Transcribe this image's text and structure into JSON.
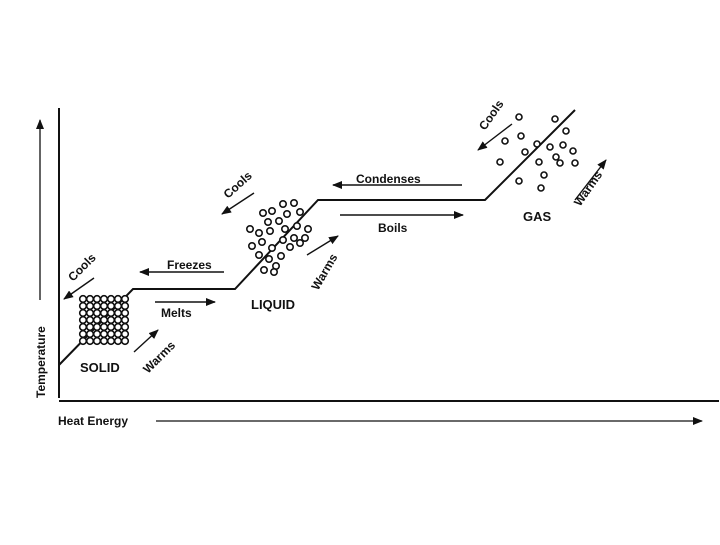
{
  "axes": {
    "y_label": "Temperature",
    "x_label": "Heat Energy"
  },
  "states": {
    "solid": "SOLID",
    "liquid": "LIQUID",
    "gas": "GAS"
  },
  "transitions": {
    "freezes": "Freezes",
    "melts": "Melts",
    "condenses": "Condenses",
    "boils": "Boils"
  },
  "slope_labels": {
    "solid_cools": "Cools",
    "solid_warms": "Warms",
    "liquid_cools": "Cools",
    "liquid_warms": "Warms",
    "gas_cools": "Cools",
    "gas_warms": "Warms"
  },
  "colors": {
    "ink": "#111111",
    "background": "#ffffff"
  }
}
